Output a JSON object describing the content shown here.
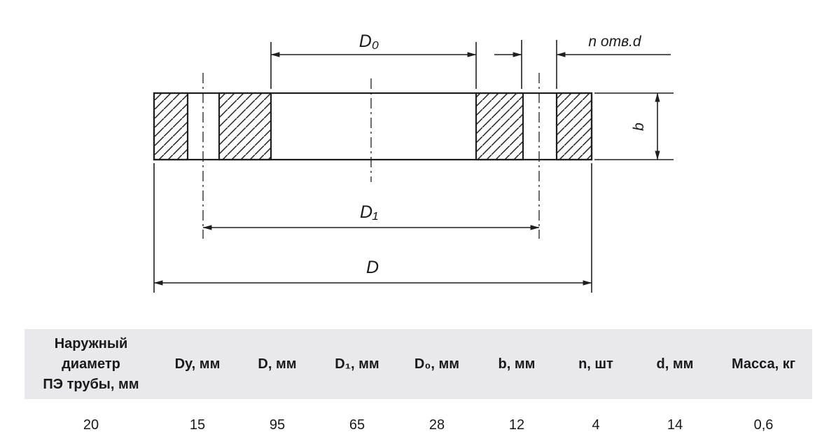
{
  "drawing": {
    "dim_d0_label": "D₀",
    "dim_holes_label": "n отв.d",
    "dim_b_label": "b",
    "dim_d1_label": "D₁",
    "dim_d_label": "D"
  },
  "table": {
    "headers": [
      "Наружный\nдиаметр\nПЭ трубы, мм",
      "Dy, мм",
      "D, мм",
      "D₁, мм",
      "D₀, мм",
      "b, мм",
      "n, шт",
      "d, мм",
      "Масса, кг"
    ],
    "row": [
      "20",
      "15",
      "95",
      "65",
      "28",
      "12",
      "4",
      "14",
      "0,6"
    ]
  },
  "colors": {
    "line": "#1f1f1f",
    "table_header_bg": "#e9e9ed"
  }
}
